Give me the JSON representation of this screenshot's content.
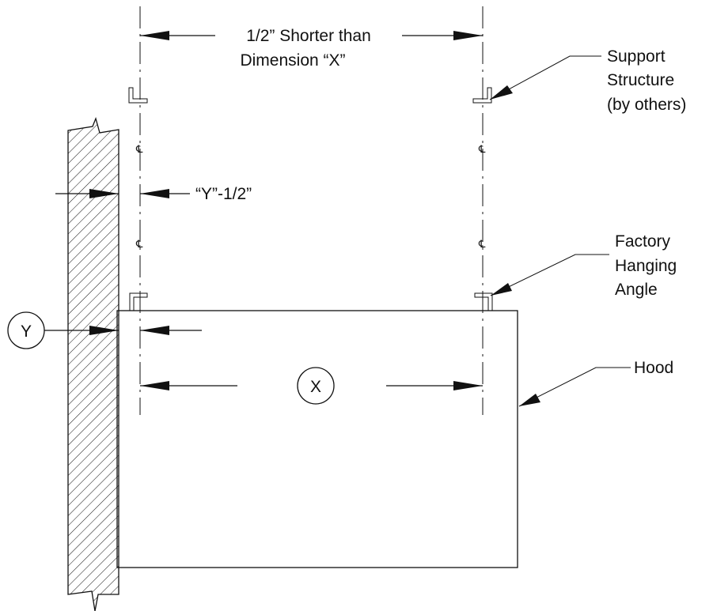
{
  "dimension_top": {
    "line1": "1/2” Shorter than",
    "line2": "Dimension “X”"
  },
  "support_label": {
    "line1": "Support",
    "line2": "Structure",
    "line3": "(by others)"
  },
  "offset_label": "“Y”-1/2”",
  "angle_label": {
    "line1": "Factory",
    "line2": "Hanging",
    "line3": "Angle"
  },
  "hood_label": "Hood",
  "circle_y": "Y",
  "circle_x": "X",
  "centerline_symbol": "℄"
}
